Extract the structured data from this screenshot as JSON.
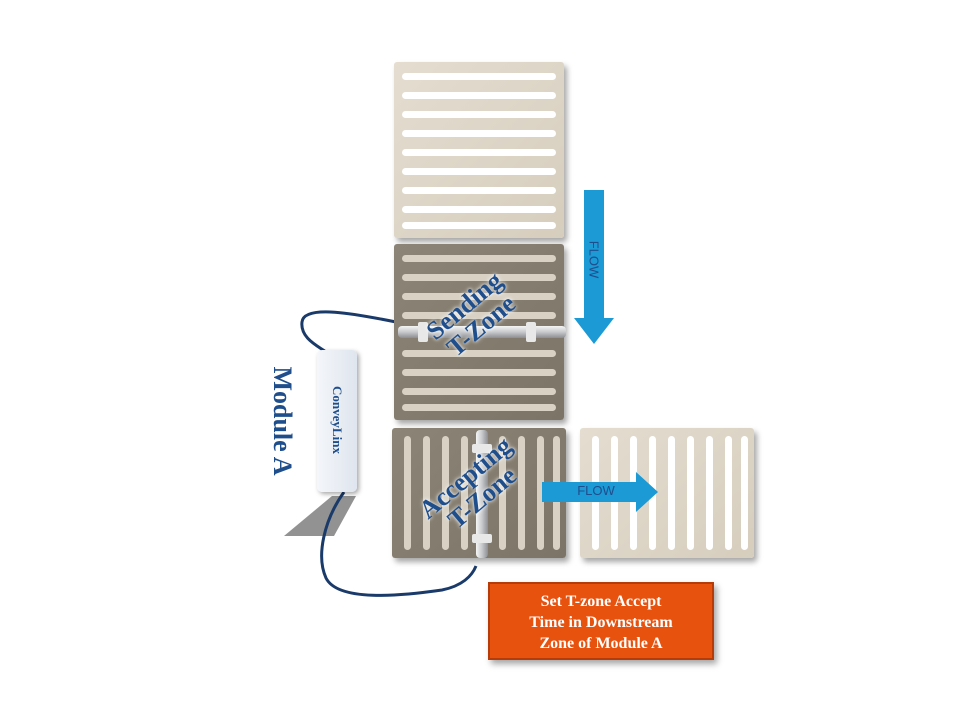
{
  "diagram": {
    "module_label": "Module A",
    "device_label": "ConveyLinx",
    "sending_zone_label": "Sending\nT-Zone",
    "accepting_zone_label": "Accepting\nT-Zone",
    "flow_down_label": "FLOW",
    "flow_right_label": "FLOW",
    "callout_text": "Set T-zone Accept\nTime in Downstream\nZone of Module A"
  },
  "colors": {
    "label_blue": "#1f4e8c",
    "flow_arrow": "#1b9ad6",
    "callout_fill": "#e8520f",
    "cable": "#1a3a6a"
  },
  "icons": {
    "flow_down": "arrow-down-icon",
    "flow_right": "arrow-right-icon"
  }
}
